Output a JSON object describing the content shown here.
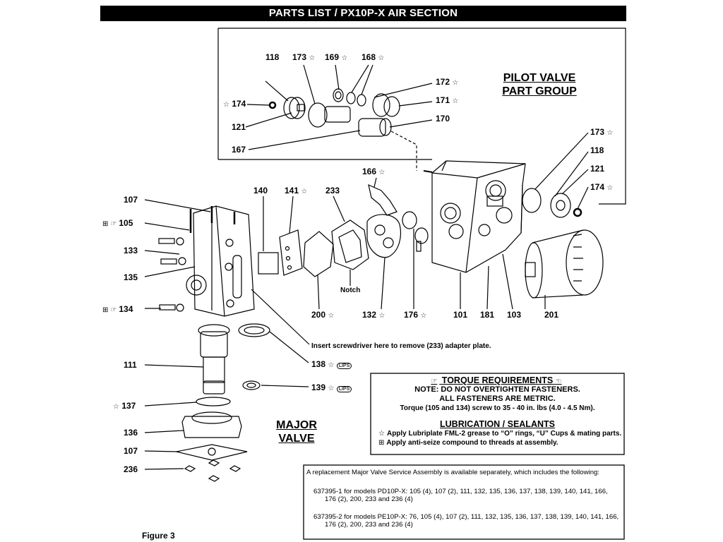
{
  "header": {
    "title": "PARTS LIST / PX10P-X AIR SECTION"
  },
  "groups": {
    "pilot_valve": [
      "PILOT VALVE",
      "PART GROUP"
    ],
    "major_valve": [
      "MAJOR",
      "VALVE"
    ]
  },
  "callouts": {
    "c118a": "118",
    "c173a": "173",
    "c169": "169",
    "c168": "168",
    "c172": "172",
    "c171": "171",
    "c170": "170",
    "c174a": "174",
    "c121a": "121",
    "c167": "167",
    "c173b": "173",
    "c118b": "118",
    "c121b": "121",
    "c174b": "174",
    "c166": "166",
    "c140": "140",
    "c141": "141",
    "c233": "233",
    "c107a": "107",
    "c105": "105",
    "c133": "133",
    "c135": "135",
    "c134": "134",
    "c200": "200",
    "c132": "132",
    "c176": "176",
    "c101": "101",
    "c181": "181",
    "c103": "103",
    "c201": "201",
    "c111": "111",
    "c138": "138",
    "c139": "139",
    "c137": "137",
    "c136": "136",
    "c107b": "107",
    "c236": "236"
  },
  "notes": {
    "notch": "Notch",
    "screwdriver": "Insert screwdriver here to remove (233) adapter plate."
  },
  "torque": {
    "title": "TORQUE REQUIREMENTS",
    "line1": "NOTE: DO NOT OVERTIGHTEN FASTENERS.",
    "line2": "ALL FASTENERS ARE METRIC.",
    "line3": "Torque (105 and 134) screw to 35 - 40 in. lbs (4.0 - 4.5 Nm)."
  },
  "lubrication": {
    "title": "LUBRICATION / SEALANTS",
    "line1": "Apply Lubriplate FML-2 grease to “O” rings, “U” Cups & mating parts.",
    "line2": "Apply anti-seize compound to threads at assembly."
  },
  "service": {
    "intro": "A replacement Major Valve Service Assembly is available separately, which includes the following:",
    "kit1a": "637395-1 for models PD10P-X: 105 (4), 107 (2), 111, 132, 135, 136, 137, 138, 139, 140, 141, 166,",
    "kit1b": "176 (2), 200, 233 and 236 (4)",
    "kit2a": "637395-2 for models PE10P-X: 76, 105 (4), 107 (2), 111, 132, 135, 136, 137, 138, 139, 140, 141, 166,",
    "kit2b": "176 (2), 200, 233 and 236 (4)"
  },
  "symbols": {
    "star": "☆",
    "antiseize": "⊞",
    "hand": "☞",
    "hand_left": "☜",
    "lips": "LIPS"
  },
  "figure": {
    "label": "Figure 3"
  }
}
